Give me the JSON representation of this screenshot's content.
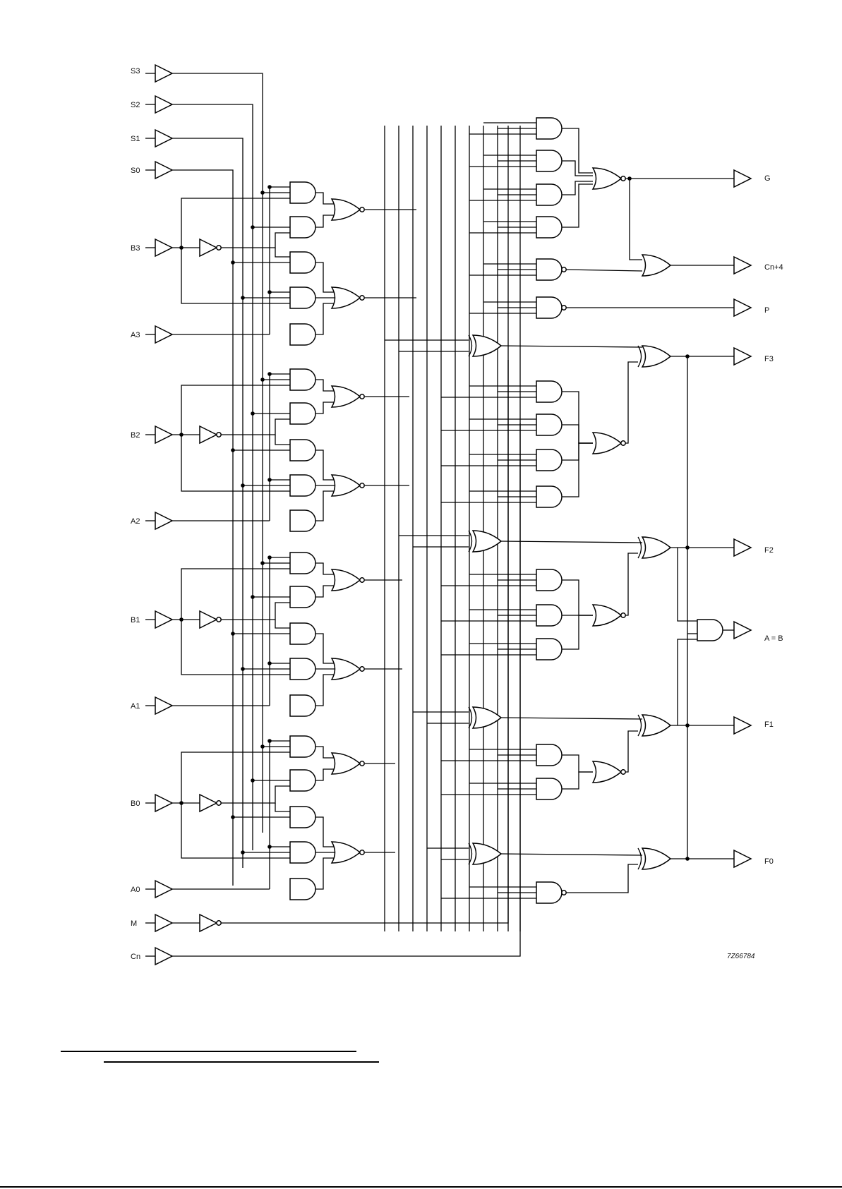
{
  "inputs": {
    "s3": "S3",
    "s2": "S2",
    "s1": "S1",
    "s0": "S0",
    "b3": "B3",
    "a3": "A3",
    "b2": "B2",
    "a2": "A2",
    "b1": "B1",
    "a1": "A1",
    "b0": "B0",
    "a0": "A0",
    "m": "M",
    "cn": "Cn"
  },
  "outputs": {
    "g": "G",
    "cn4": "Cn+4",
    "p": "P",
    "f3": "F3",
    "f2": "F2",
    "aeqb": "A = B",
    "f1": "F1",
    "f0": "F0"
  },
  "figure_code": "7Z66784",
  "colors": {
    "line": "#000000",
    "background": "#ffffff"
  }
}
